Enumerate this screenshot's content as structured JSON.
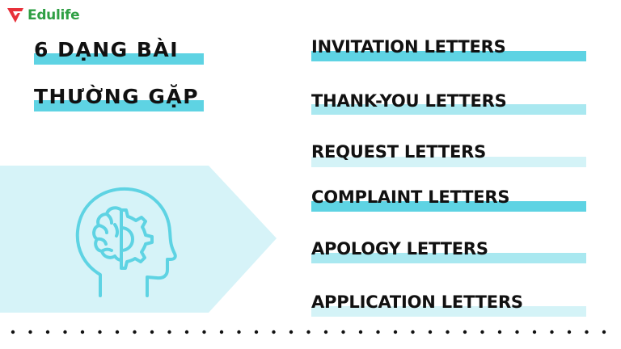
{
  "brand": {
    "name": "Edulife",
    "logo_color": "#e8303a",
    "text_color": "#2f9f44"
  },
  "title": {
    "line1": "6 DẠNG BÀI",
    "line2": "THƯỜNG GẶP",
    "highlight_color": "#5ed3e3"
  },
  "letters": [
    {
      "label": "INVITATION LETTERS",
      "bar_color": "#5ed3e3"
    },
    {
      "label": "THANK-YOU LETTERS",
      "bar_color": "#a9e8f0"
    },
    {
      "label": "REQUEST LETTERS",
      "bar_color": "#d4f3f7"
    },
    {
      "label": "COMPLAINT LETTERS",
      "bar_color": "#5ed3e3"
    },
    {
      "label": "APOLOGY LETTERS",
      "bar_color": "#a9e8f0"
    },
    {
      "label": "APPLICATION LETTERS",
      "bar_color": "#d4f3f7"
    }
  ],
  "arrow_color": "#d6f3f8",
  "icon": {
    "name": "brain-gear-head-icon",
    "color": "#5ed3e3"
  }
}
